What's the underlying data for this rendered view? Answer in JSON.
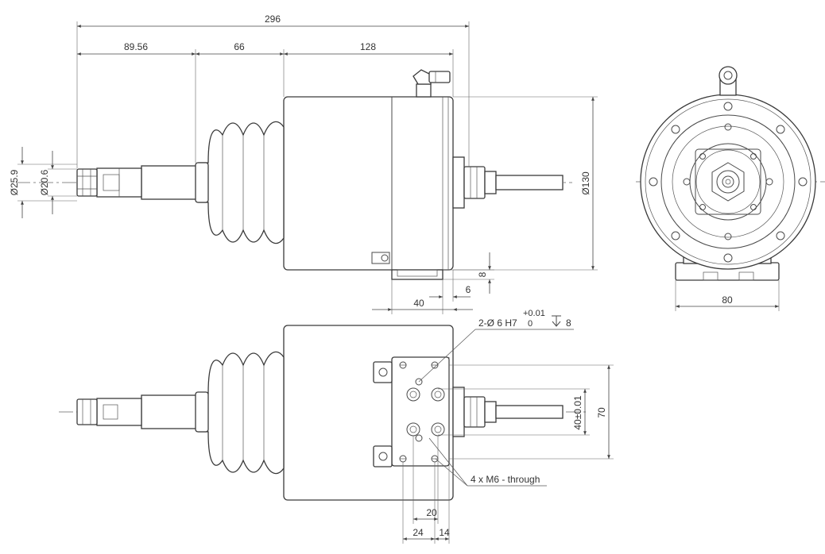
{
  "dimensions": {
    "total_length": "296",
    "shaft_length": "89.56",
    "bellows_length": "66",
    "body_length": "128",
    "tip_outer_dia": "Ø25.9",
    "tip_inner_dia": "Ø20.6",
    "body_dia": "Ø130",
    "mount_height": "8",
    "mount_offset": "6",
    "mount_width_side": "40",
    "mount_width_end": "80",
    "pin_spacing": "40±0.01",
    "plate_height": "70",
    "hole_spacing_20": "20",
    "hole_spacing_24": "24",
    "hole_spacing_14": "14"
  },
  "callouts": {
    "pin_holes": "2-Ø 6 H7",
    "tolerance_upper": "+0.01",
    "tolerance_lower": "0",
    "depth": "8",
    "thread_holes": "4 x M6 - through"
  },
  "colors": {
    "line": "#3a3a3a",
    "background": "#ffffff"
  }
}
